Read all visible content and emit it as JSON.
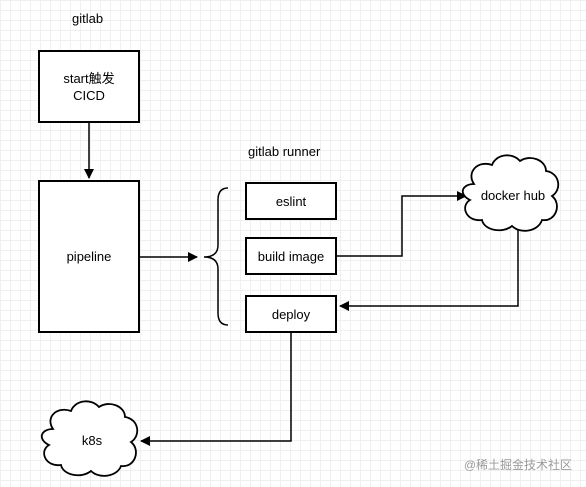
{
  "labels": {
    "gitlab": "gitlab",
    "gitlab_runner": "gitlab runner"
  },
  "nodes": {
    "start": {
      "line1": "start触发",
      "line2": "CICD"
    },
    "pipeline": "pipeline",
    "eslint": "eslint",
    "build_image": "build image",
    "deploy": "deploy",
    "docker_hub": "docker hub",
    "k8s": "k8s"
  },
  "watermark": "@稀土掘金技术社区"
}
